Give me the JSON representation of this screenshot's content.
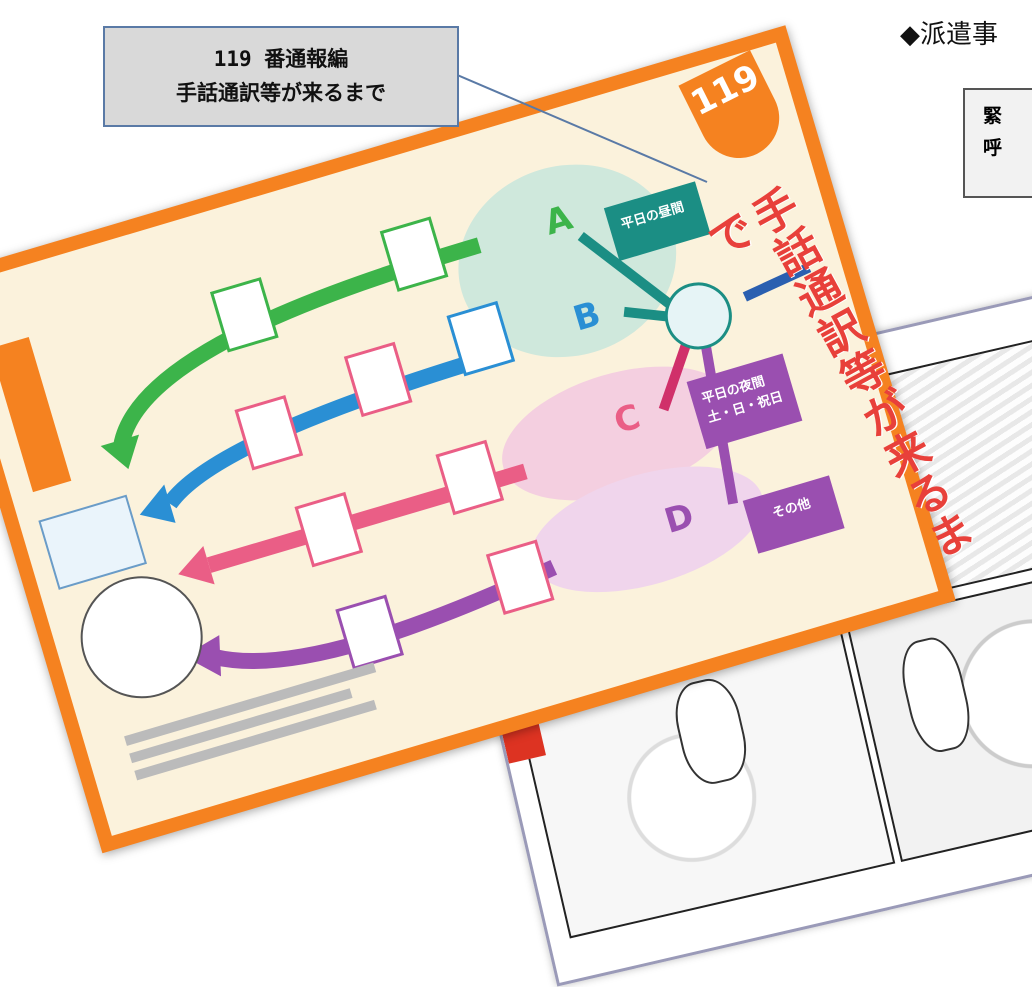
{
  "heading": "◆派遣事",
  "right_note": [
    "緊",
    "呼"
  ],
  "callout": {
    "line1": "119 番通報編",
    "line2": "手話通訳等が来るまで"
  },
  "spread": {
    "badge": "119",
    "vertical_title": "手話通訳等が来るまで",
    "letters": [
      "A",
      "B",
      "C",
      "D"
    ],
    "box_weekday_day": "平日の昼間",
    "box_night": [
      "平日の夜間",
      "土・日・祝日"
    ],
    "box_other": "その他",
    "colors": {
      "orange": "#f58220",
      "teal": "#1b8e84",
      "green": "#3cb44a",
      "blue": "#2a8fd4",
      "pink": "#ea5e86",
      "purple": "#9a4fb0",
      "title_red": "#e8403a"
    }
  }
}
